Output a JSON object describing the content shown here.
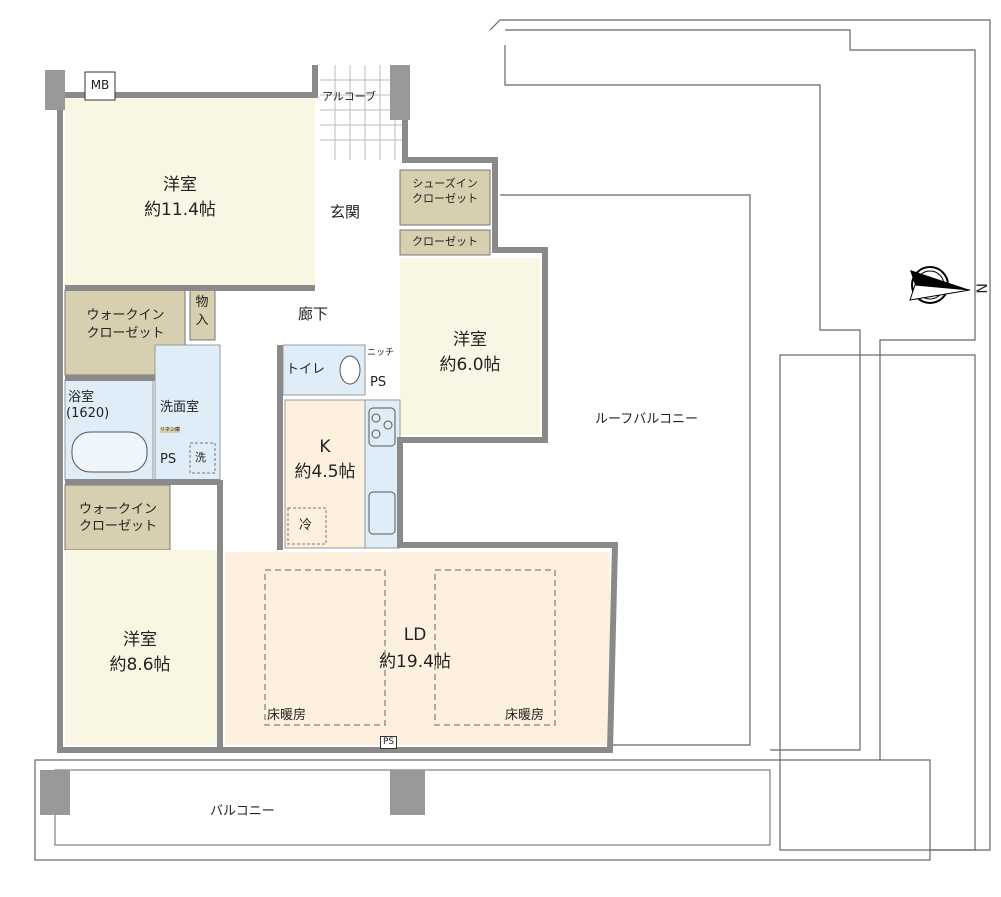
{
  "rooms": {
    "bedroom1": {
      "name": "洋室",
      "size": "約11.4帖"
    },
    "bedroom2": {
      "name": "洋室",
      "size": "約6.0帖"
    },
    "bedroom3": {
      "name": "洋室",
      "size": "約8.6帖"
    },
    "kitchen": {
      "name": "K",
      "size": "約4.5帖"
    },
    "ld": {
      "name": "LD",
      "size": "約19.4帖"
    },
    "entrance": "玄関",
    "hallway": "廊下",
    "alcove": "アルコーブ",
    "shoes_closet": [
      "シューズイン",
      "クローゼット"
    ],
    "closet": "クローゼット",
    "wic1": [
      "ウォークイン",
      "クローゼット"
    ],
    "wic2": [
      "ウォークイン",
      "クローゼット"
    ],
    "storage": [
      "物",
      "入"
    ],
    "washroom": "洗面室",
    "bath": [
      "浴室",
      "(1620)"
    ],
    "linen": "リネン庫",
    "washer": "洗",
    "fridge": "冷",
    "toilet": "トイレ",
    "niche": "ニッチ",
    "ps": "PS",
    "mb": "MB",
    "floor_heating": "床暖房",
    "balcony": "バルコニー",
    "roof_balcony": "ルーフバルコニー"
  },
  "compass": {
    "label": "N"
  },
  "colors": {
    "bedroom": "#f9f6e4",
    "closet": "#d8ceb0",
    "wet": "#dfedf8",
    "living": "#fdf0df",
    "wall": "#8a8a8a"
  }
}
